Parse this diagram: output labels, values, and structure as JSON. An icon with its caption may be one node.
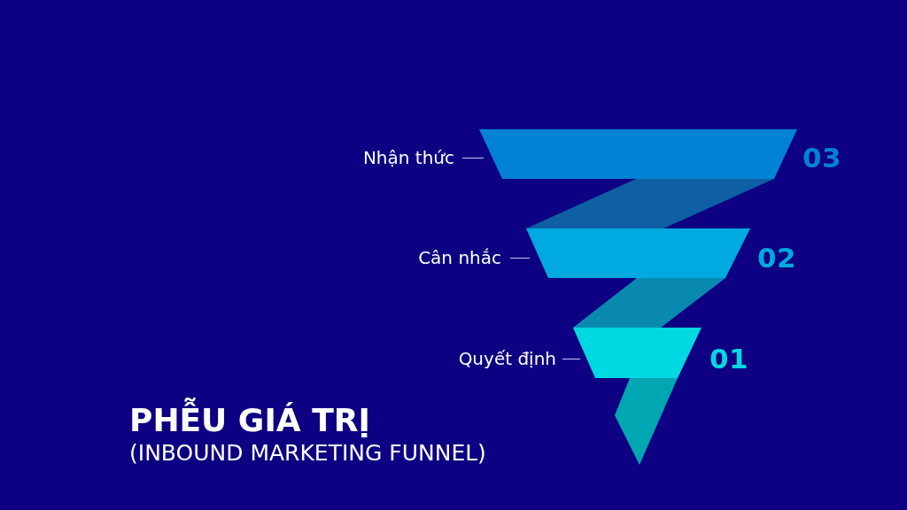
{
  "diagram": {
    "title": "PHỄU GIÁ TRỊ",
    "nodes": [
      {
        "text": [],
        "shape": "trapezoid",
        "beside": [
          "Nhận thức",
          "03"
        ]
      },
      {
        "text": [],
        "shape": "trapezoid",
        "beside": [
          "Cân nhắc",
          "02"
        ]
      },
      {
        "text": [],
        "shape": "trapezoid",
        "beside": [
          "Quyết định",
          "01"
        ]
      }
    ],
    "labels": [
      "(INBOUND MARKETING FUNNEL)"
    ]
  }
}
